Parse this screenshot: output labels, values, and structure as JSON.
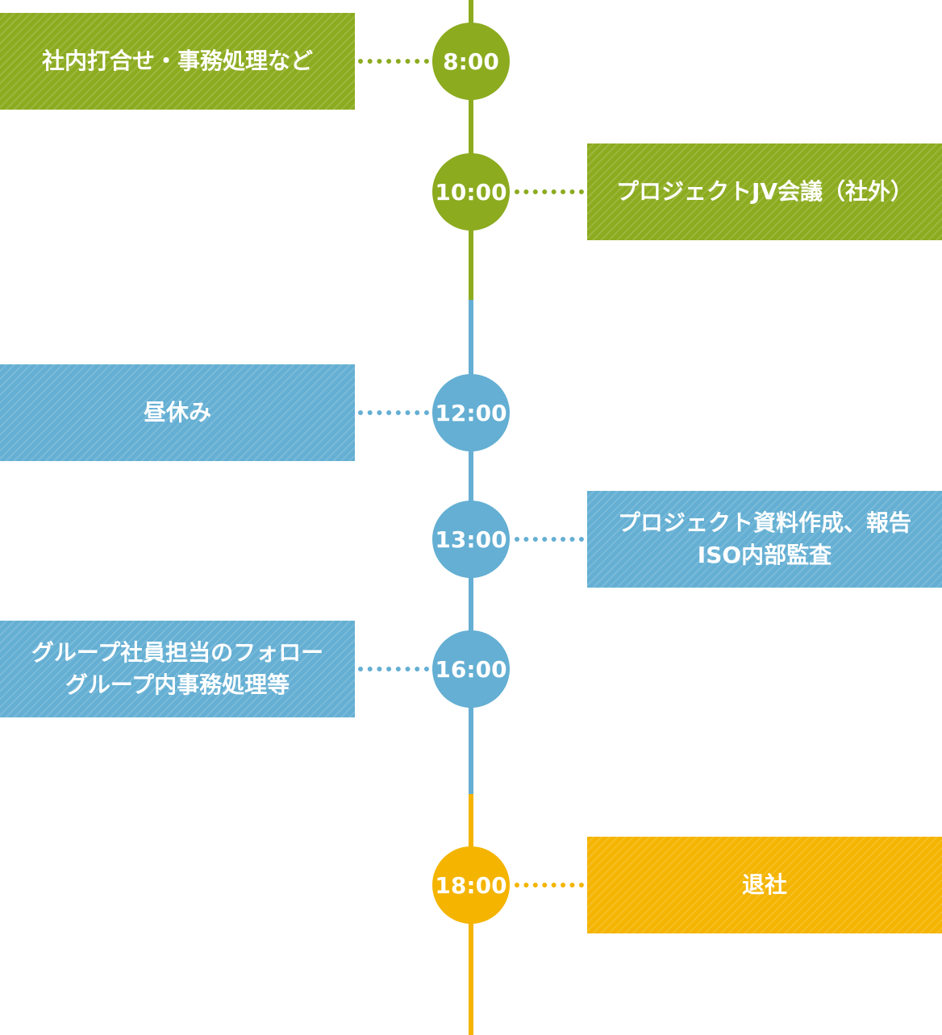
{
  "colors": {
    "morning": "#8cab1f",
    "afternoon": "#64afd3",
    "evening": "#f4b400"
  },
  "events": [
    {
      "time": "8:00",
      "lines": [
        "社内打合せ・事務処理など"
      ],
      "side": "left",
      "phase": "morning"
    },
    {
      "time": "10:00",
      "lines": [
        "プロジェクトJV会議（社外）"
      ],
      "side": "right",
      "phase": "morning"
    },
    {
      "time": "12:00",
      "lines": [
        "昼休み"
      ],
      "side": "left",
      "phase": "afternoon"
    },
    {
      "time": "13:00",
      "lines": [
        "プロジェクト資料作成、報告",
        "ISO内部監査"
      ],
      "side": "right",
      "phase": "afternoon"
    },
    {
      "time": "16:00",
      "lines": [
        "グループ社員担当のフォロー",
        "グループ内事務処理等"
      ],
      "side": "left",
      "phase": "afternoon"
    },
    {
      "time": "18:00",
      "lines": [
        "退社"
      ],
      "side": "right",
      "phase": "evening"
    }
  ]
}
